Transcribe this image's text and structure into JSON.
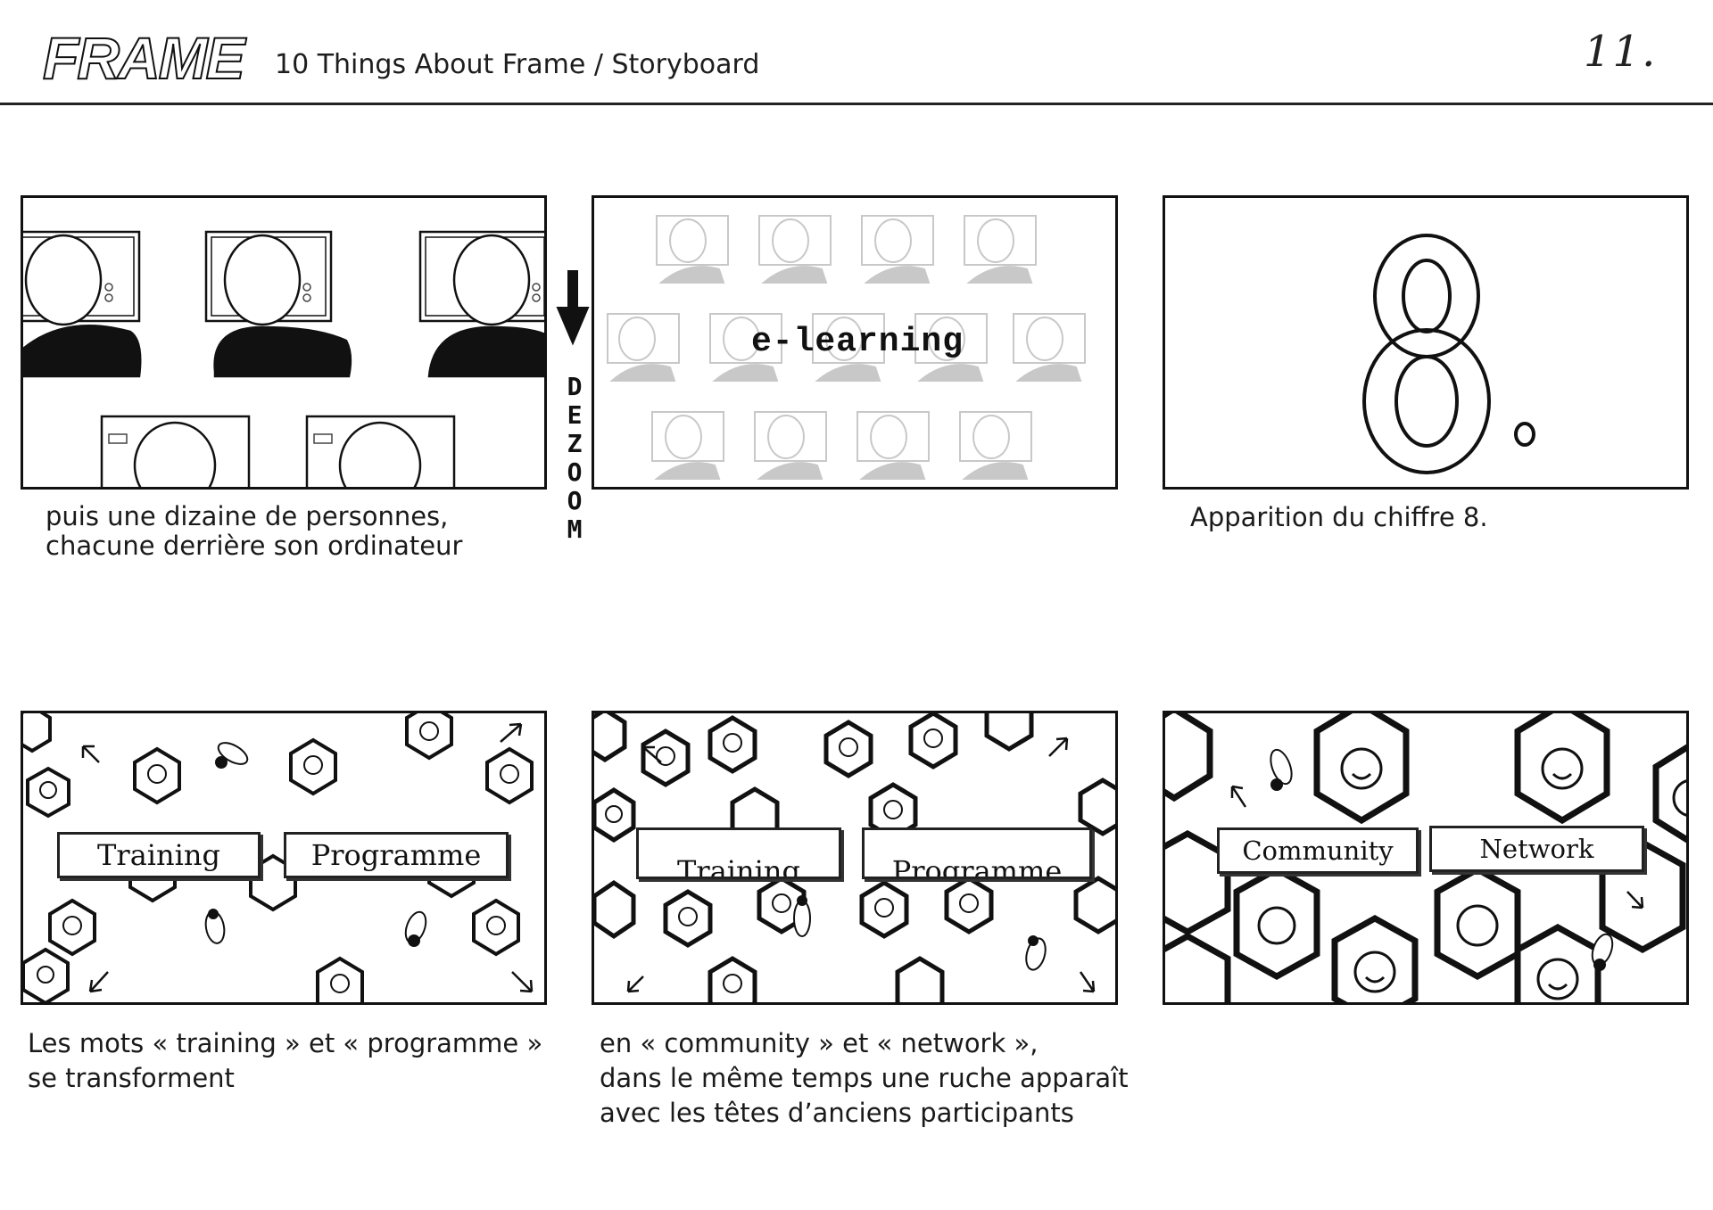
{
  "header": {
    "logo_text": "FRAME",
    "title": "10 Things About Frame / Storyboard",
    "page_number": "11."
  },
  "panels": {
    "p2_text": "e-learning",
    "p4_words": [
      "Training",
      "Programme"
    ],
    "p5_words": [
      "Training",
      "Programme"
    ],
    "p6_words": [
      "Community",
      "Network"
    ]
  },
  "transition": {
    "label": "DEZOOM",
    "letters": [
      "D",
      "E",
      "Z",
      "O",
      "O",
      "M"
    ]
  },
  "captions": {
    "c1": "puis une dizaine de personnes,\nchacune derrière son ordinateur",
    "c3": "Apparition du chiffre 8.",
    "c4": "Les mots « training » et « programme »\nse transforment",
    "c5": "en « community » et « network »,\ndans le même temps une ruche apparaît\navec les têtes d’anciens participants"
  },
  "colors": {
    "ink": "#111111",
    "faded": "#c8c8c8",
    "rule": "#222222"
  }
}
